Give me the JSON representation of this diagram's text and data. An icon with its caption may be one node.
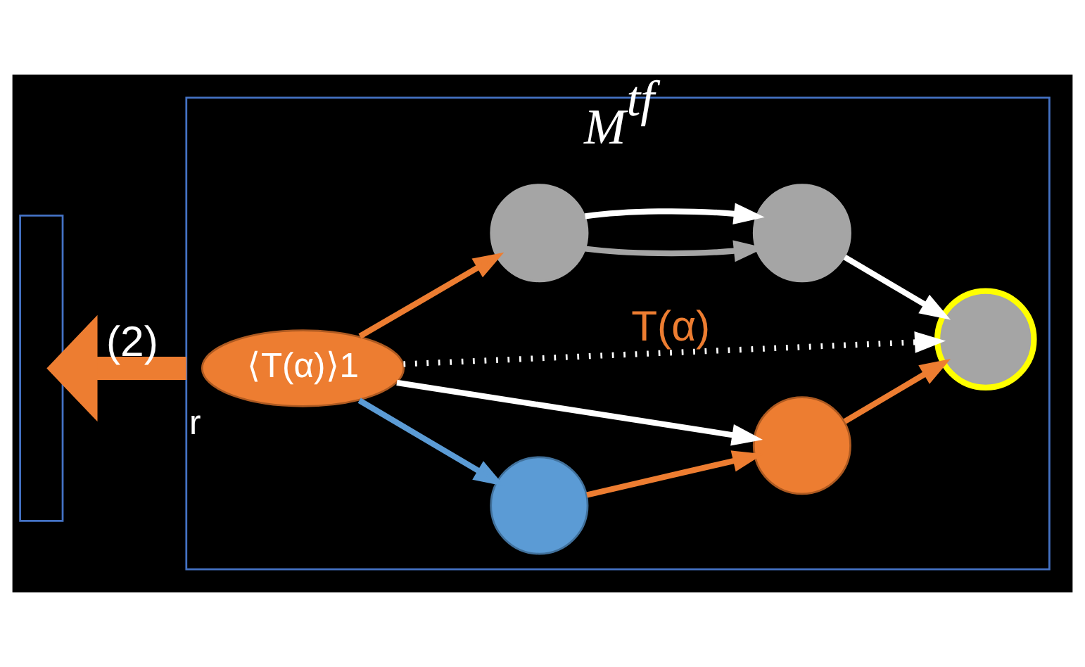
{
  "diagram": {
    "nodes": [
      {
        "text": [],
        "shape": "box"
      },
      {
        "text": [
          "M$^{tf}$"
        ]
      },
      {
        "text": [
          "⟨T(α)⟩1"
        ],
        "beside": [
          "r"
        ],
        "in": 1
      },
      {
        "text": [],
        "shape": "circle",
        "in": 1
      },
      {
        "text": [],
        "shape": "circle",
        "in": 1
      },
      {
        "text": [],
        "shape": "circle",
        "in": 1
      },
      {
        "text": [],
        "shape": "circle",
        "in": 1
      },
      {
        "text": [],
        "shape": "circle",
        "in": 1
      }
    ],
    "edges": [
      {
        "from": 2,
        "to": 5,
        "arrow": "to",
        "label": "T(α)",
        "style": "dashed"
      },
      {
        "from": 2,
        "to": 4,
        "arrow": "to"
      },
      {
        "from": 2,
        "to": 3,
        "arrow": "to",
        "color": "#5b9bd5"
      },
      {
        "from": 3,
        "to": 4,
        "arrow": "to",
        "color": "#ed7d31"
      },
      {
        "from": 4,
        "to": 5,
        "arrow": "to",
        "color": "#ed7d31"
      },
      {
        "from": 2,
        "to": 6,
        "arrow": "to",
        "color": "#ed7d31"
      },
      {
        "from": 6,
        "to": 7,
        "arrow": "to",
        "color": "#a5a5a5"
      },
      {
        "from": 6,
        "to": 7,
        "arrow": "to"
      },
      {
        "from": 7,
        "to": 5,
        "arrow": "to"
      },
      {
        "from": 1,
        "to": 0,
        "arrow": "to",
        "label": "(2)",
        "style": "thick",
        "color": "#ed7d31"
      }
    ]
  }
}
